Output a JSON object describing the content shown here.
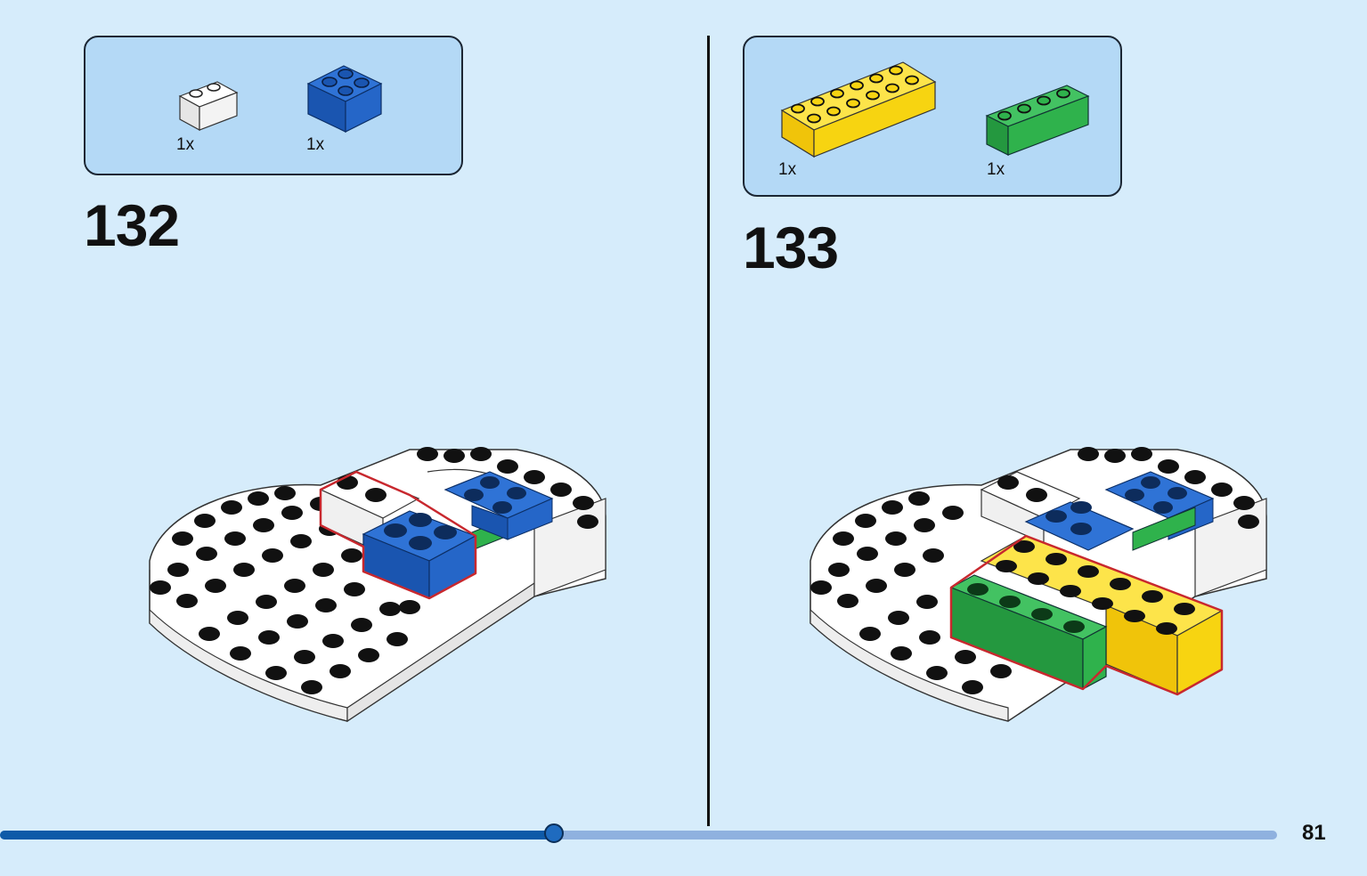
{
  "steps": [
    {
      "number": "132",
      "parts": [
        {
          "qty": "1x",
          "color": "#ffffff",
          "name": "white 1x2 brick"
        },
        {
          "qty": "1x",
          "color": "#1d5fc0",
          "name": "blue 2x2 brick"
        }
      ]
    },
    {
      "number": "133",
      "parts": [
        {
          "qty": "1x",
          "color": "#f9d90e",
          "name": "yellow 2x6 brick"
        },
        {
          "qty": "1x",
          "color": "#2fb24c",
          "name": "green 1x4 brick"
        }
      ]
    }
  ],
  "colors": {
    "background": "#d6ecfb",
    "parts_box": "#b4d9f6",
    "white_brick": "#ffffff",
    "blue_brick": "#1d5fc0",
    "yellow_brick": "#f9d90e",
    "green_brick": "#2fb24c",
    "highlight": "#c8282e"
  },
  "footer": {
    "page_number": "81",
    "progress": 0.434
  }
}
